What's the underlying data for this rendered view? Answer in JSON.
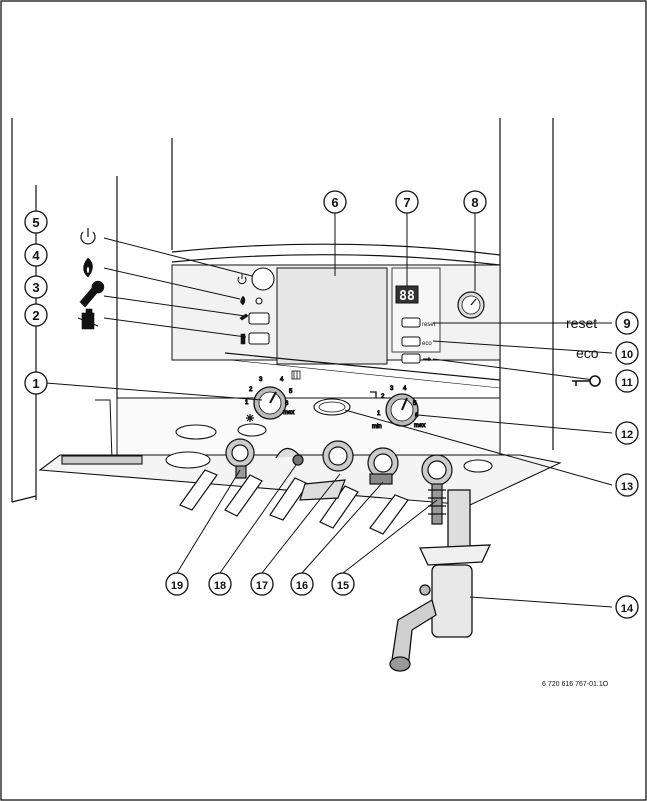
{
  "callouts": [
    {
      "n": "1"
    },
    {
      "n": "2"
    },
    {
      "n": "3"
    },
    {
      "n": "4"
    },
    {
      "n": "5"
    },
    {
      "n": "6"
    },
    {
      "n": "7"
    },
    {
      "n": "8"
    },
    {
      "n": "9"
    },
    {
      "n": "10"
    },
    {
      "n": "11"
    },
    {
      "n": "12"
    },
    {
      "n": "13"
    },
    {
      "n": "14"
    },
    {
      "n": "15"
    },
    {
      "n": "16"
    },
    {
      "n": "17"
    },
    {
      "n": "18"
    },
    {
      "n": "19"
    }
  ],
  "side_labels": {
    "reset": "reset",
    "eco": "eco"
  },
  "panel_buttons": {
    "reset": "reset",
    "eco": "eco"
  },
  "display": {
    "digits": "88"
  },
  "heating_dial": {
    "scale": [
      "1",
      "2",
      "3",
      "4",
      "5",
      "6",
      "max"
    ]
  },
  "water_dial": {
    "scale": [
      "min",
      "1",
      "2",
      "3",
      "4",
      "5",
      "6",
      "max"
    ]
  },
  "reference": "6 720 616 767-01.1O",
  "icons": [
    "power-icon",
    "flame-icon",
    "wrench-icon",
    "chimney-sweep-icon",
    "key-icon",
    "radiator-icon",
    "tap-icon",
    "snowflake-icon",
    "pressure-gauge-icon"
  ]
}
